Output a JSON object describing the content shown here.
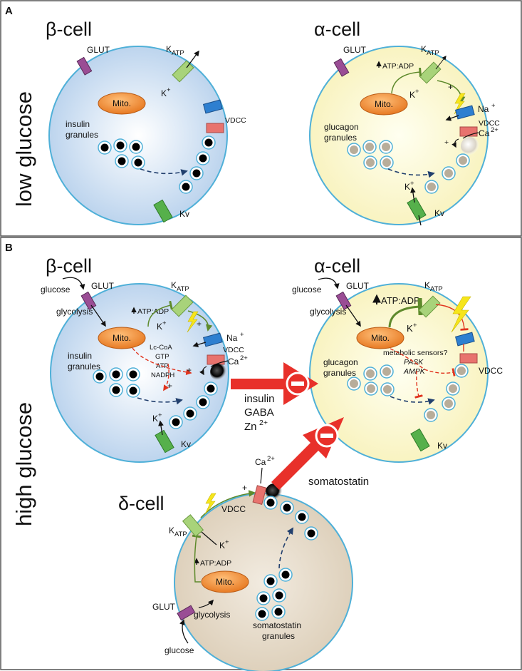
{
  "panels": {
    "a": "A",
    "b": "B",
    "low_label": "low glucose",
    "high_label": "high glucose"
  },
  "cells": {
    "beta": "β-cell",
    "alpha": "α-cell",
    "delta": "δ-cell"
  },
  "labels": {
    "glut": "GLUT",
    "katp": "K",
    "katp_sub": "ATP",
    "mito": "Mito.",
    "k": "K",
    "k_sup": "+",
    "vdcc": "VDCC",
    "na": "Na",
    "na_sup": "+",
    "ca": "Ca",
    "ca_sup": "2+",
    "kv": "Kv",
    "atp_adp": "ATP:ADP",
    "insulin_granules_1": "insulin",
    "insulin_granules_2": "granules",
    "glucagon_granules_1": "glucagon",
    "glucagon_granules_2": "granules",
    "somatostatin_granules_1": "somatostatin",
    "somatostatin_granules_2": "granules",
    "glucose": "glucose",
    "glycolysis": "glycolysis",
    "lc_coa": "Lc-CoA",
    "gtp": "GTP",
    "atp": "ATP",
    "nadph": "NADPH",
    "plus": "+",
    "metabolic_sensors": "metabolic sensors?",
    "pask": "PASK",
    "ampk": "AMPK",
    "insulin": "insulin",
    "gaba": "GABA",
    "zn": "Zn",
    "zn_sup": "2+",
    "somatostatin": "somatostatin"
  },
  "colors": {
    "beta_fill": "#c4daf0",
    "alpha_fill": "#fbf6c8",
    "delta_fill": "#e4d8c6",
    "membrane": "#4fb0d8",
    "mito": "#ef8a2a",
    "glut": "#9a4d95",
    "katp": "#a8d37a",
    "vdcc": "#e8736e",
    "na_channel": "#2e7fd0",
    "kv": "#56b04b",
    "inhibit_arrow": "#e8302a",
    "bolt": "#f6e51b",
    "pathway_green": "#5e8a2c",
    "red_dashed": "#e0341e",
    "navy_dashed": "#22406e",
    "granule_core_black": "#000000",
    "granule_core_gray": "#b8ad9a"
  }
}
